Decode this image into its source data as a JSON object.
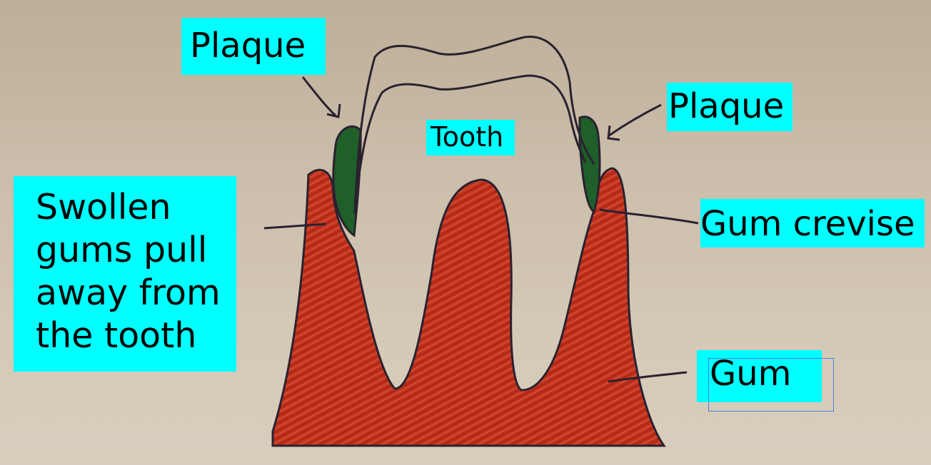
{
  "diagram": {
    "labels": {
      "plaque_left": "Plaque",
      "tooth": "Tooth",
      "plaque_right": "Plaque",
      "swollen_gums": "Swollen gums pull away from the tooth",
      "gum_crevise": "Gum crevise",
      "gum": "Gum"
    },
    "colors": {
      "label_background": "#00ffff",
      "gum": "#c2321e",
      "plaque": "#1f5f2a",
      "outline": "#2a2230",
      "tooth": "#d9cfc0",
      "focus_frame": "#4a7fe0"
    }
  }
}
